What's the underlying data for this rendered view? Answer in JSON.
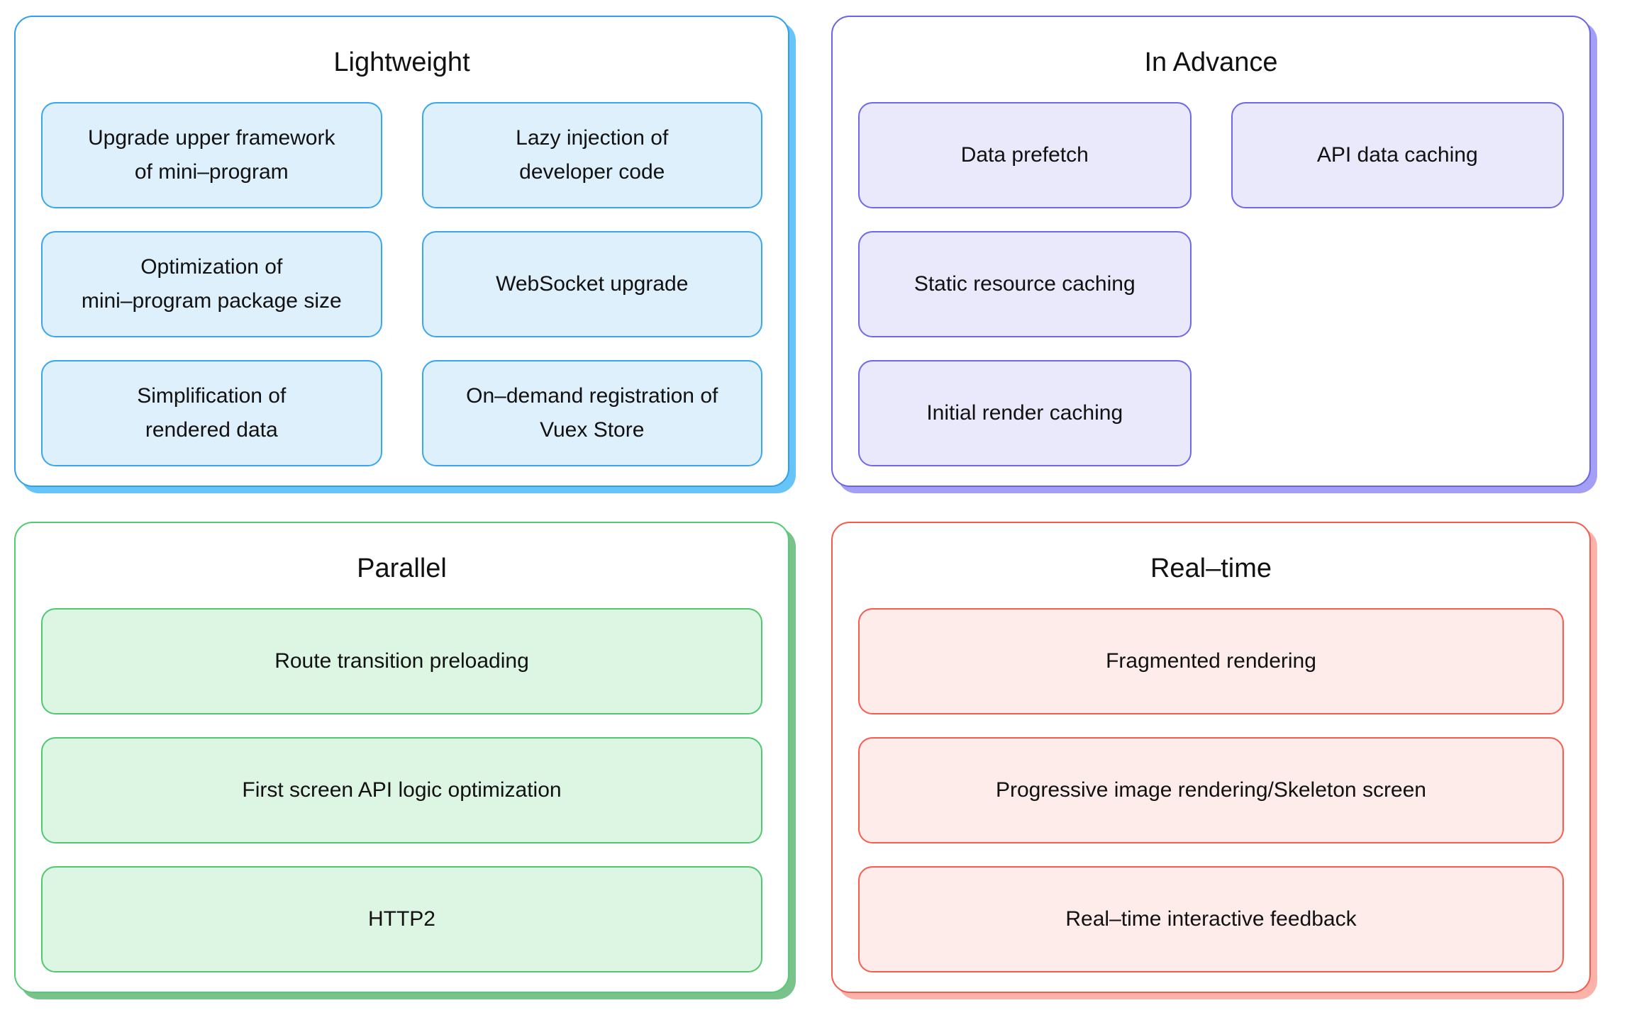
{
  "page": {
    "background": "#ffffff",
    "text_color": "#111111"
  },
  "panels": [
    {
      "title": "Lightweight",
      "theme": {
        "border": "#2f9ff0",
        "shadow": "#66c4f8",
        "box_bg": "#def0fc",
        "box_border": "#39a6f0"
      },
      "columns": 2,
      "boxes": [
        {
          "lines": [
            "Upgrade upper framework",
            "of mini–program"
          ]
        },
        {
          "lines": [
            "Lazy injection of",
            "developer code"
          ]
        },
        {
          "lines": [
            "Optimization of",
            "mini–program package size"
          ]
        },
        {
          "lines": [
            "WebSocket upgrade"
          ]
        },
        {
          "lines": [
            "Simplification of",
            "rendered data"
          ]
        },
        {
          "lines": [
            "On–demand registration of",
            "Vuex Store"
          ]
        }
      ]
    },
    {
      "title": "In Advance",
      "theme": {
        "border": "#6b63e9",
        "shadow": "#a29ff5",
        "box_bg": "#eae8fb",
        "box_border": "#6f68ea"
      },
      "columns": 2,
      "boxes": [
        {
          "lines": [
            "Data prefetch"
          ]
        },
        {
          "lines": [
            "API data caching"
          ]
        },
        {
          "lines": [
            "Static resource caching"
          ],
          "col": 1
        },
        {
          "lines": [
            "Initial render caching"
          ],
          "col": 1
        }
      ]
    },
    {
      "title": "Parallel",
      "theme": {
        "border": "#51cc70",
        "shadow": "#79c28c",
        "box_bg": "#ddf6e3",
        "box_border": "#50c96e"
      },
      "columns": 1,
      "boxes": [
        {
          "lines": [
            "Route transition preloading"
          ]
        },
        {
          "lines": [
            "First screen API logic optimization"
          ]
        },
        {
          "lines": [
            "HTTP2"
          ]
        }
      ]
    },
    {
      "title": "Real–time",
      "theme": {
        "border": "#f85a49",
        "shadow": "#fbb2aa",
        "box_bg": "#fdecea",
        "box_border": "#f95c4b"
      },
      "columns": 1,
      "boxes": [
        {
          "lines": [
            "Fragmented rendering"
          ]
        },
        {
          "lines": [
            "Progressive image rendering/Skeleton screen"
          ]
        },
        {
          "lines": [
            "Real–time interactive feedback"
          ]
        }
      ]
    }
  ]
}
